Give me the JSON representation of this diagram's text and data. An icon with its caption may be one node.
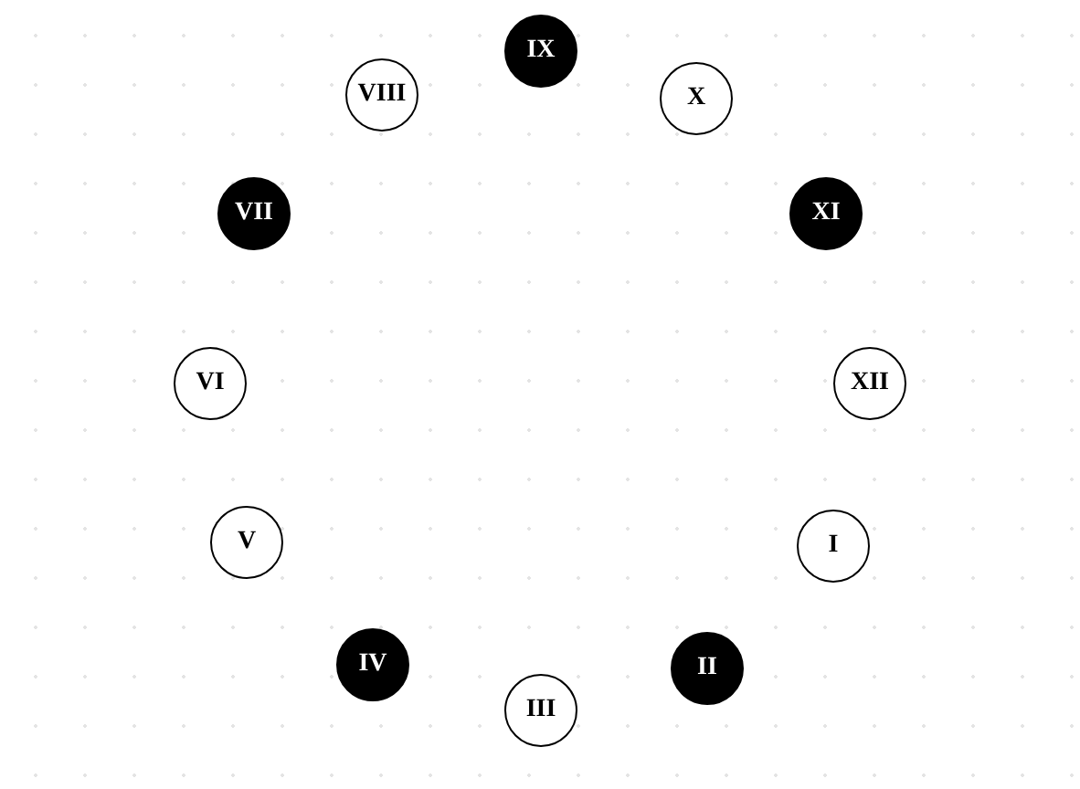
{
  "diagram": {
    "nodes": [
      {
        "text": [
          "IX"
        ]
      },
      {
        "text": [
          "VIII"
        ]
      },
      {
        "text": [
          "X"
        ]
      },
      {
        "text": [
          "VII"
        ]
      },
      {
        "text": [
          "XI"
        ]
      },
      {
        "text": [
          "VI"
        ]
      },
      {
        "text": [
          "XII"
        ]
      },
      {
        "text": [
          "V"
        ]
      },
      {
        "text": [
          "I"
        ]
      },
      {
        "text": [
          "IV"
        ]
      },
      {
        "text": [
          "II"
        ]
      },
      {
        "text": [
          "III"
        ]
      }
    ]
  }
}
